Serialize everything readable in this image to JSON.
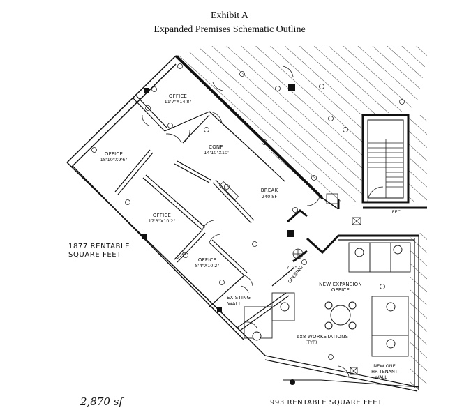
{
  "header": {
    "title": "Exhibit A",
    "subtitle": "Expanded Premises Schematic Outline"
  },
  "rooms": {
    "office_1": {
      "name": "OFFICE",
      "dims": "11'7\"X14'8\""
    },
    "office_2": {
      "name": "OFFICE",
      "dims": "18'10\"X9'6\""
    },
    "conf": {
      "name": "CONF.",
      "dims": "14'10\"X10'"
    },
    "break": {
      "name": "BREAK",
      "dims": "240 SF"
    },
    "office_3": {
      "name": "OFFICE",
      "dims": "17'3\"X10'2\""
    },
    "office_4": {
      "name": "OFFICE",
      "dims": "8'4\"X10'2\""
    },
    "expansion": {
      "line1": "NEW EXPANSION",
      "line2": "OFFICE"
    }
  },
  "notes": {
    "existing_wall_1": "EXISTING",
    "existing_wall_2": "WALL",
    "opening": "OPENING",
    "opening_dim": "7'-3\"",
    "workstations_1": "6x8 WORKSTATIONS",
    "workstations_2": "(TYP)",
    "new_wall_1": "NEW ONE",
    "new_wall_2": "HR TENANT",
    "new_wall_3": "WALL",
    "fec": "FEC"
  },
  "areas": {
    "left_1": "1877 RENTABLE",
    "left_2": "SQUARE FEET",
    "bottom": "993 RENTABLE SQUARE FEET",
    "handwritten_total": "2,870 sf"
  }
}
